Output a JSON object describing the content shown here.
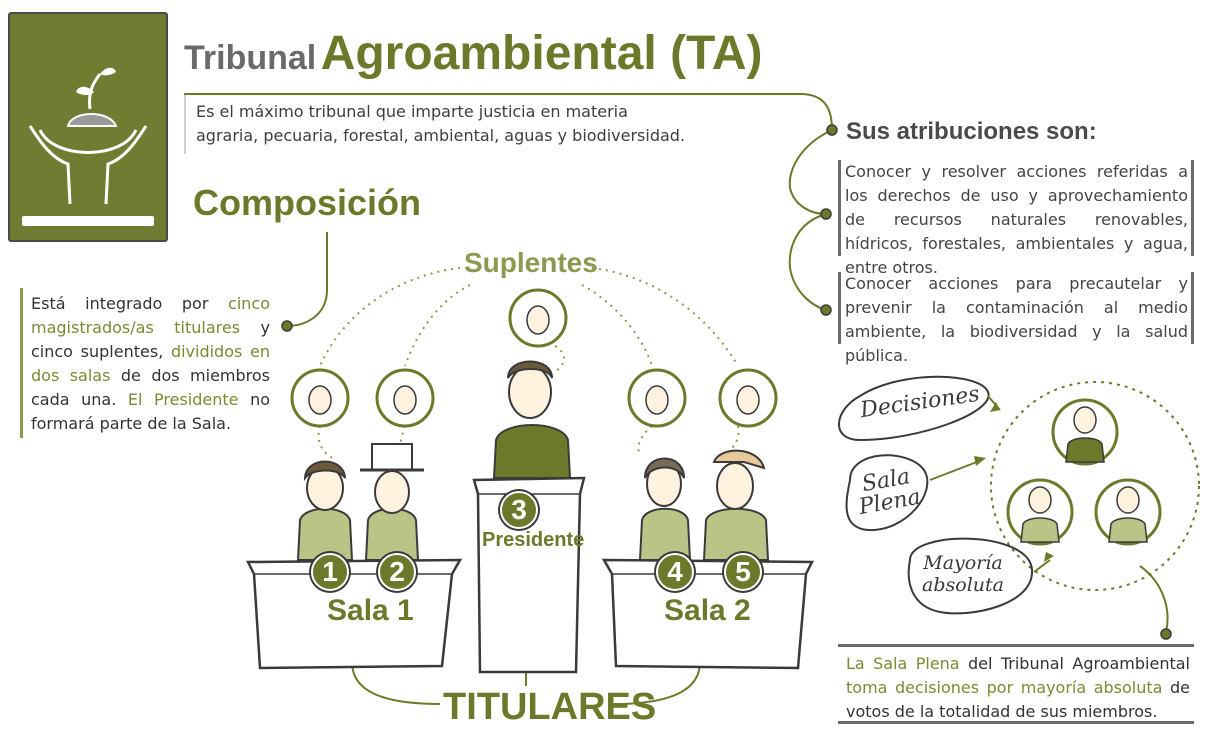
{
  "title": {
    "part1": "Tribunal",
    "part2": "Agroambiental (TA)"
  },
  "intro": {
    "line1": "Es el máximo tribunal que imparte justicia en materia",
    "line2": "agraria, pecuaria, forestal, ambiental, aguas y biodiversidad."
  },
  "composicion": {
    "title": "Composición",
    "text": [
      "Está integrado por ",
      "cinco magistrados/as titulares",
      " y cinco suplentes, ",
      "divididos en dos salas",
      " de dos miembros cada una. ",
      "El Presidente",
      " no formará parte de la Sala."
    ]
  },
  "atribuciones": {
    "title": "Sus atribuciones son:",
    "items": [
      "Conocer y resolver acciones referidas a los derechos de uso y aprovechamiento de recursos naturales renovables, hídricos, forestales, ambientales y agua, entre otros.",
      "Conocer acciones para precautelar y prevenir la contaminación al medio ambiente, la biodiversidad y la salud pública."
    ]
  },
  "diagram": {
    "suplentes": "Suplentes",
    "titulares": "TITULARES",
    "sala1": "Sala 1",
    "sala2": "Sala 2",
    "presidente": "Presidente",
    "numbers": [
      "1",
      "2",
      "3",
      "4",
      "5"
    ]
  },
  "plena": {
    "decisiones": "Decisiones",
    "sala_plena_1": "Sala",
    "sala_plena_2": "Plena",
    "mayoria_1": "Mayoría",
    "mayoria_2": "absoluta",
    "bottom_text": [
      "La Sala Plena",
      " del Tribunal Agroambiental ",
      "toma decisiones por mayoría absoluta",
      " de votos de la totalidad de sus miembros."
    ]
  },
  "colors": {
    "olive": "#6b7a2a",
    "olive_light": "#8a9a50",
    "gray": "#6a6a6a",
    "skin": "#fff3e0",
    "shirt": "#b9c487"
  }
}
